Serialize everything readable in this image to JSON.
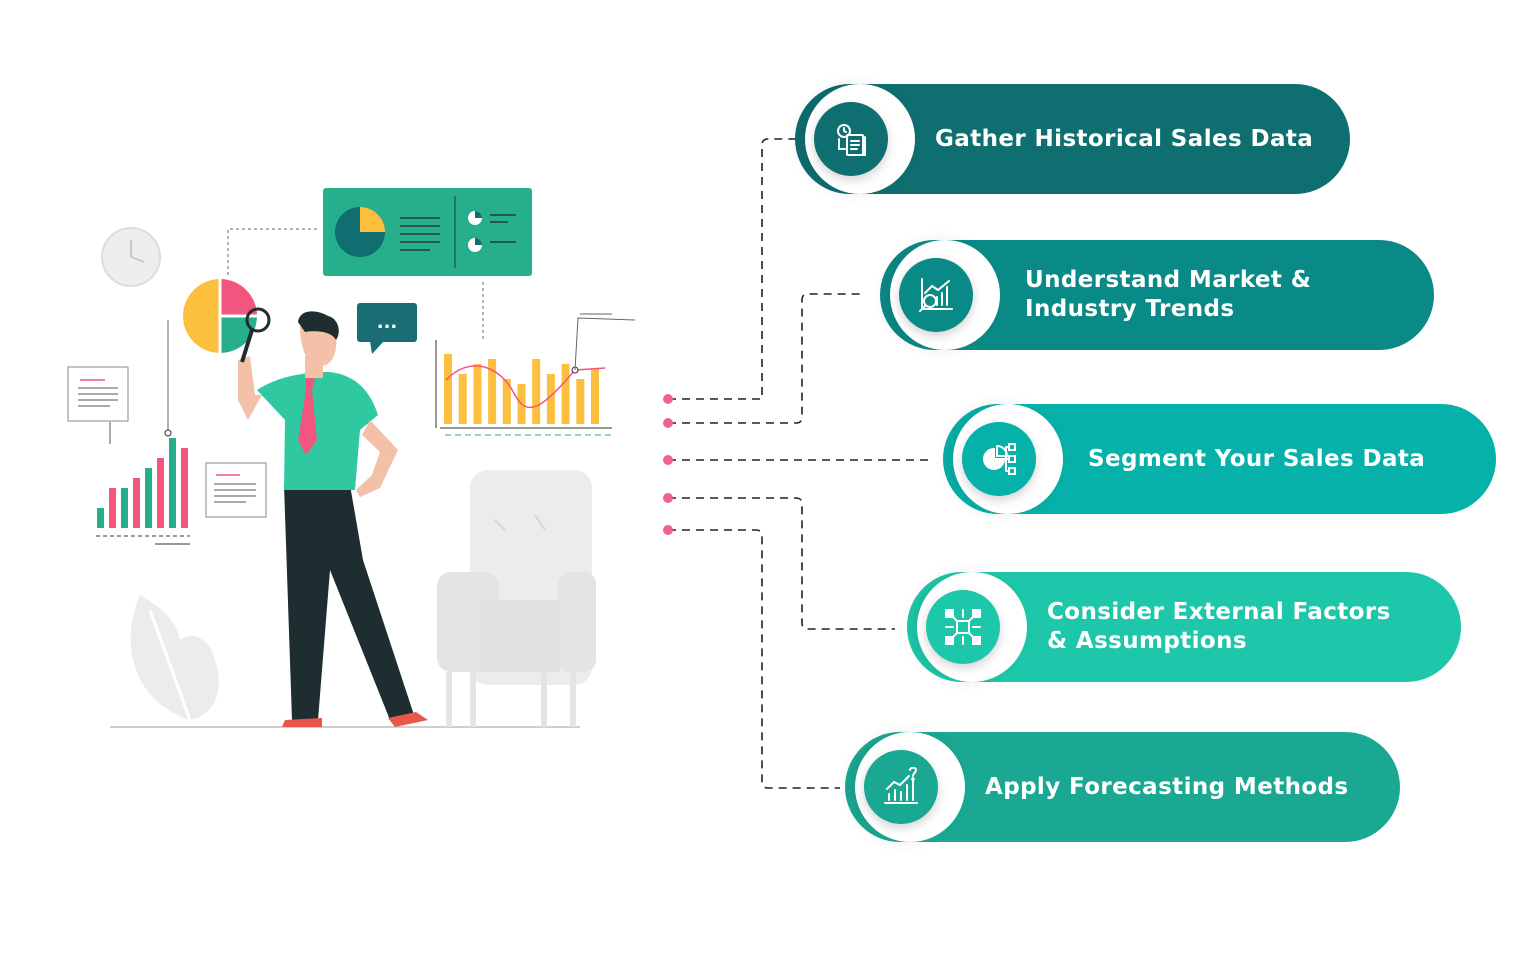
{
  "colors": {
    "step1": "#0e6e70",
    "step2": "#0a8a86",
    "step3": "#05b1a9",
    "step4": "#1ec7a9",
    "step5": "#1aa892",
    "dot": "#f06292",
    "accent_yellow": "#fdbf3e",
    "accent_pink": "#f2557e",
    "accent_green": "#27ae8a"
  },
  "steps": [
    {
      "lines": [
        "Gather Historical Sales Data"
      ],
      "icon": "historical-data-icon"
    },
    {
      "lines": [
        "Understand Market &",
        "Industry Trends"
      ],
      "icon": "market-trends-icon"
    },
    {
      "lines": [
        "Segment Your Sales Data"
      ],
      "icon": "segment-data-icon"
    },
    {
      "lines": [
        "Consider External Factors",
        "& Assumptions"
      ],
      "icon": "external-factors-icon"
    },
    {
      "lines": [
        "Apply Forecasting Methods"
      ],
      "icon": "forecasting-icon"
    }
  ],
  "illustration": {
    "chat_bubble_text": "...",
    "bar_chart_values": [
      2,
      4,
      4,
      5,
      6,
      7,
      9,
      8
    ],
    "bar_chart_colors": [
      "#27ae8a",
      "#f2557e",
      "#27ae8a",
      "#f2557e",
      "#27ae8a",
      "#f2557e",
      "#27ae8a",
      "#f2557e"
    ],
    "yellow_chart_values": [
      7,
      5,
      6,
      6.5,
      4.5,
      4,
      6.5,
      5,
      6,
      4.5,
      5.5
    ]
  }
}
